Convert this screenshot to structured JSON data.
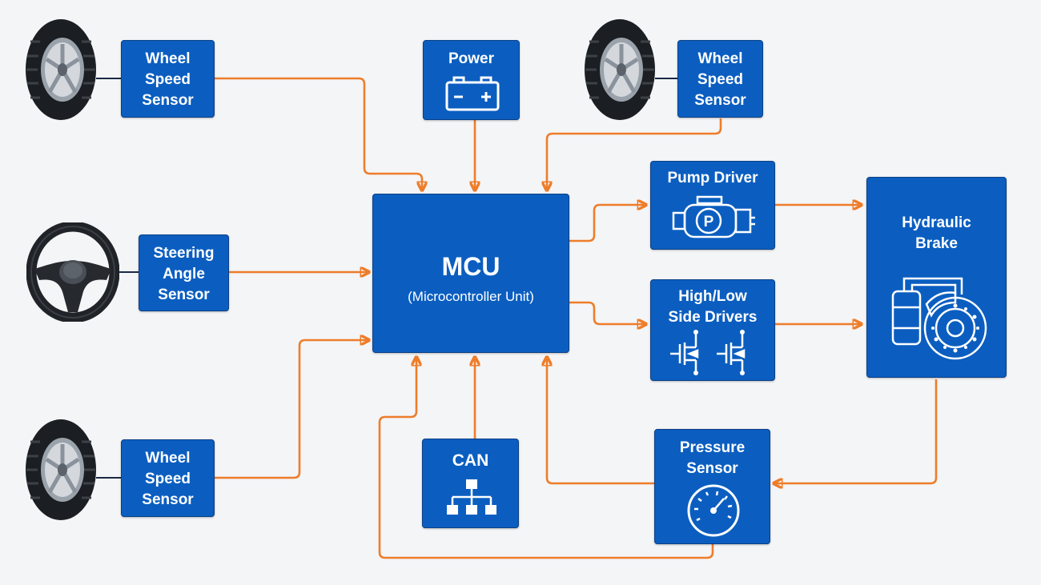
{
  "colors": {
    "box_fill": "#0b5ec0",
    "box_border": "#0a3f86",
    "connector": "#ee7d2a",
    "background": "#f4f5f7",
    "text": "#ffffff"
  },
  "nodes": {
    "wheel_speed_sensor_tl": {
      "label": "Wheel\nSpeed\nSensor"
    },
    "wheel_speed_sensor_tr": {
      "label": "Wheel\nSpeed\nSensor"
    },
    "wheel_speed_sensor_bl": {
      "label": "Wheel\nSpeed\nSensor"
    },
    "steering_angle_sensor": {
      "label": "Steering\nAngle\nSensor"
    },
    "power": {
      "label": "Power",
      "icon": "battery-icon"
    },
    "mcu": {
      "title": "MCU",
      "subtitle": "(Microcontroller Unit)"
    },
    "pump_driver": {
      "label": "Pump Driver",
      "icon": "pump-motor-icon"
    },
    "high_low_side_drivers": {
      "label": "High/Low\nSide Drivers",
      "icon": "transistor-icon"
    },
    "hydraulic_brake": {
      "label": "Hydraulic\nBrake",
      "icon": "brake-caliper-icon"
    },
    "pressure_sensor": {
      "label": "Pressure\nSensor",
      "icon": "gauge-icon"
    },
    "can": {
      "label": "CAN",
      "icon": "network-tree-icon"
    }
  },
  "external_icons": [
    "tire-icon",
    "tire-icon",
    "tire-icon",
    "steering-wheel-icon"
  ],
  "connections": [
    {
      "from": "wheel_speed_sensor_tl",
      "to": "mcu"
    },
    {
      "from": "power",
      "to": "mcu"
    },
    {
      "from": "wheel_speed_sensor_tr",
      "to": "mcu"
    },
    {
      "from": "steering_angle_sensor",
      "to": "mcu"
    },
    {
      "from": "wheel_speed_sensor_bl",
      "to": "mcu"
    },
    {
      "from": "can",
      "to": "mcu"
    },
    {
      "from": "pressure_sensor",
      "to": "mcu"
    },
    {
      "from": "mcu",
      "to": "pump_driver"
    },
    {
      "from": "mcu",
      "to": "high_low_side_drivers"
    },
    {
      "from": "pump_driver",
      "to": "hydraulic_brake"
    },
    {
      "from": "high_low_side_drivers",
      "to": "hydraulic_brake"
    },
    {
      "from": "hydraulic_brake",
      "to": "pressure_sensor"
    }
  ]
}
